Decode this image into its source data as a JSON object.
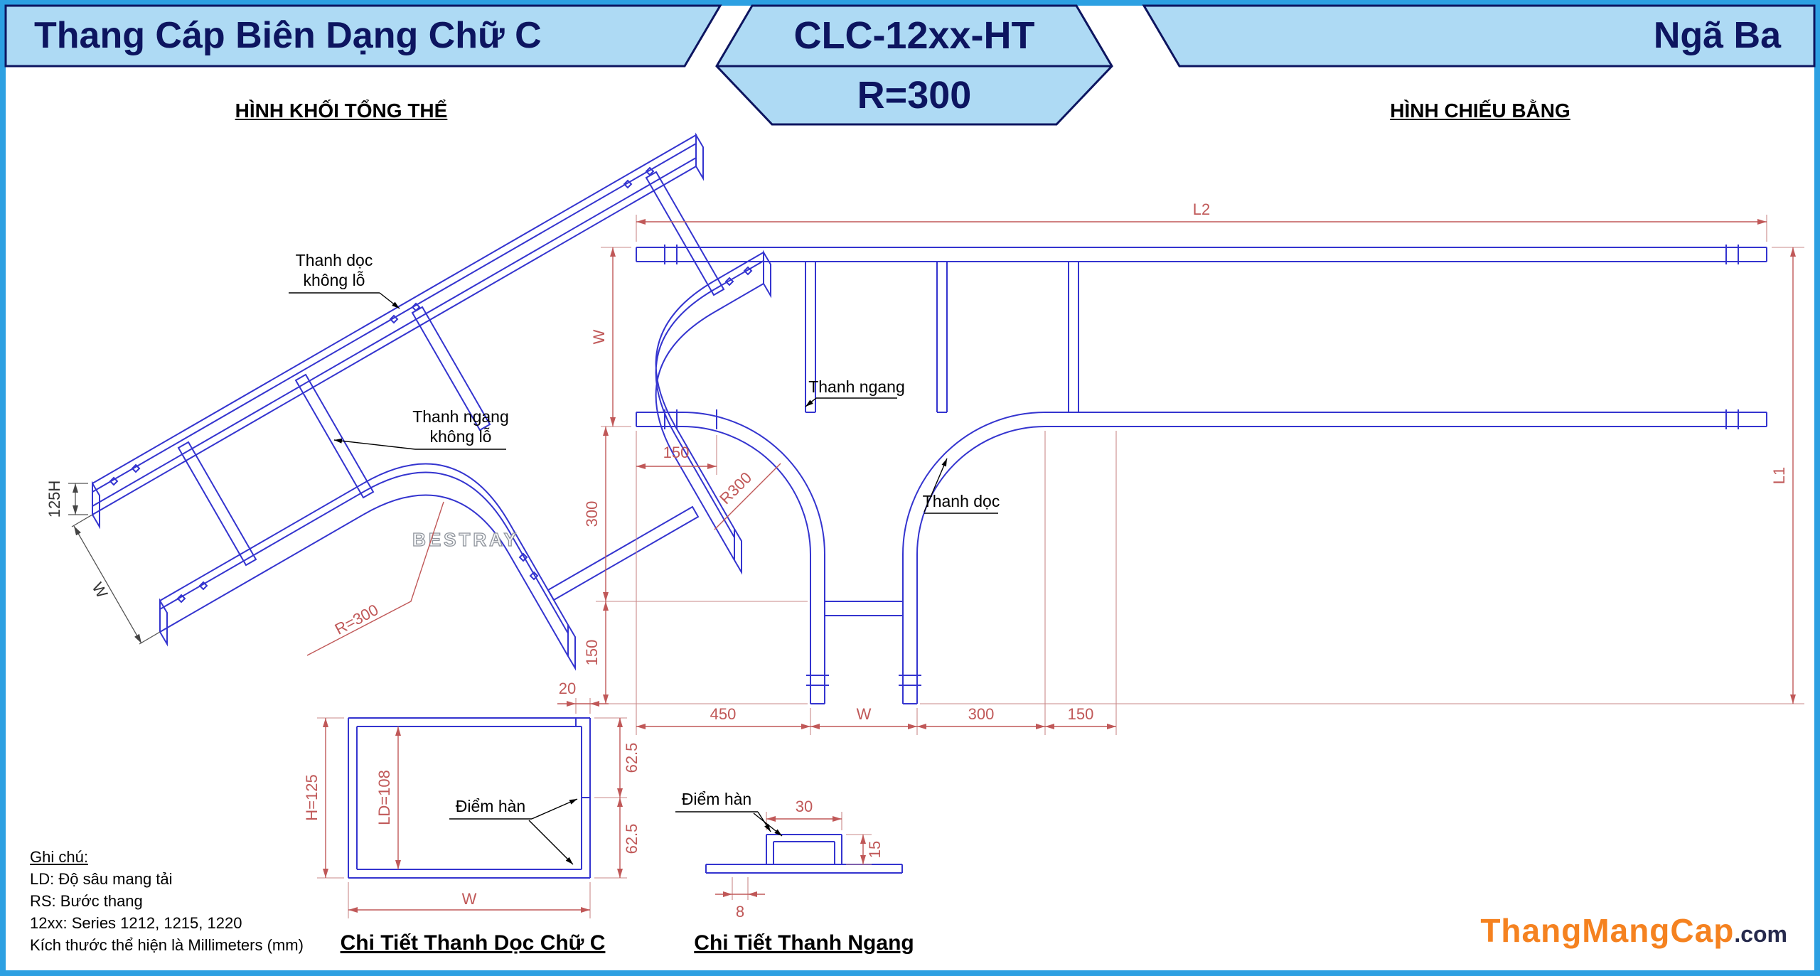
{
  "header": {
    "product": "Thang Cáp Biên Dạng Chữ C",
    "model": "CLC-12xx-HT",
    "radius": "R=300",
    "variant": "Ngã Ba"
  },
  "iso": {
    "title": "HÌNH KHỐI TỔNG THỂ",
    "side_rail_label_1": "Thanh dọc",
    "side_rail_label_2": "không lỗ",
    "rung_label_1": "Thanh ngang",
    "rung_label_2": "không lỗ",
    "dim_height": "125H",
    "dim_width": "W",
    "dim_radius": "R=300",
    "watermark": "BESTRAY"
  },
  "plan": {
    "title": "HÌNH CHIẾU BẰNG",
    "dim_l2": "L2",
    "dim_w": "W",
    "dim_150_offset": "150",
    "dim_300_drop": "300",
    "dim_150_drop": "150",
    "dim_r300": "R300",
    "label_rung": "Thanh ngang",
    "label_side_rail": "Thanh dọc",
    "dim_l1": "L1",
    "dim_450": "450",
    "dim_w_branch": "W",
    "dim_300_bottom": "300",
    "dim_150_bottom": "150"
  },
  "c_detail": {
    "title": "Chi Tiết Thanh Dọc Chữ C",
    "dim_lip": "20",
    "dim_h": "H=125",
    "dim_ld": "LD=108",
    "dim_62_top": "62.5",
    "dim_62_bottom": "62.5",
    "dim_w": "W",
    "weld_label": "Điểm hàn"
  },
  "rung_detail": {
    "title": "Chi Tiết Thanh Ngang",
    "weld_label": "Điểm hàn",
    "dim_30": "30",
    "dim_15": "15",
    "dim_8": "8"
  },
  "notes": {
    "title": "Ghi chú:",
    "line1": "LD: Độ sâu mang tải",
    "line2": "RS: Bước thang",
    "line3": "12xx: Series 1212, 1215, 1220",
    "line4": "Kích thước thể hiện là Millimeters (mm)"
  },
  "footer": {
    "brand": "ThangMangCap",
    "domain": ".com"
  },
  "colors": {
    "line_blue": "#3434cf",
    "dim_red": "#c05858",
    "header_bg": "#aedaf4",
    "header_navy": "#0d1560",
    "border_blue": "#2da0e2",
    "logo_orange": "#f58220"
  }
}
